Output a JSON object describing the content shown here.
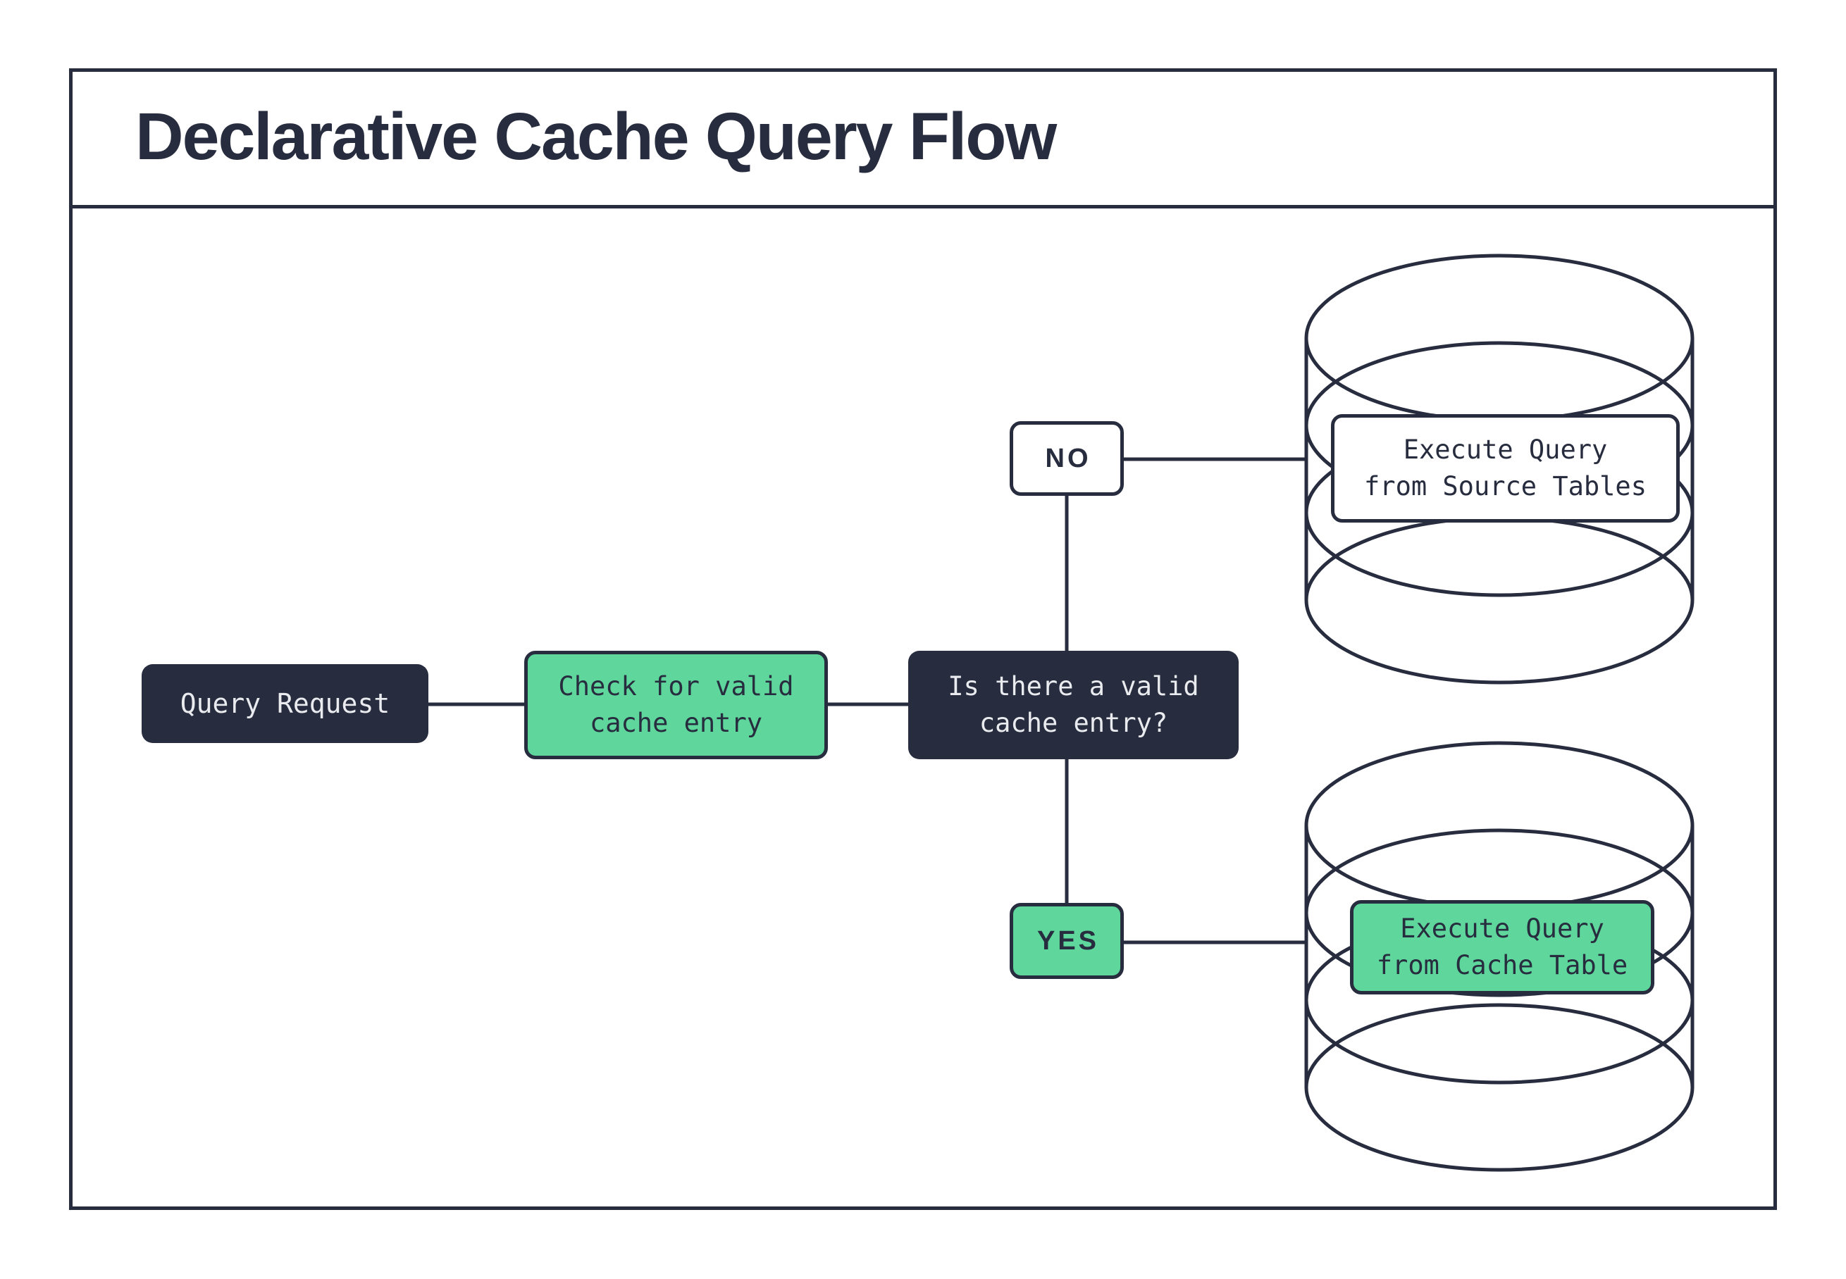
{
  "title": "Declarative Cache Query Flow",
  "colors": {
    "dark_navy": "#272C3E",
    "green": "#5ED69C",
    "light_text": "#E9EBEF",
    "white": "#FFFFFF"
  },
  "nodes": {
    "query_request": {
      "label": "Query Request"
    },
    "check_cache": {
      "line1": "Check for valid",
      "line2": "cache entry"
    },
    "decision": {
      "line1": "Is there a valid",
      "line2": "cache entry?"
    },
    "no": {
      "label": "NO"
    },
    "yes": {
      "label": "YES"
    },
    "source_db": {
      "line1": "Execute Query",
      "line2": "from Source Tables"
    },
    "cache_db": {
      "line1": "Execute Query",
      "line2": "from Cache Table"
    }
  }
}
